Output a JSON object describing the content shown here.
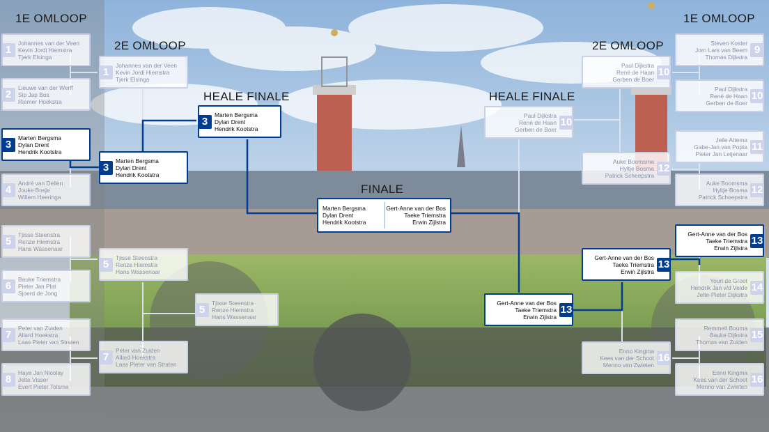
{
  "headers": {
    "left_round1": "1E OMLOOP",
    "left_round2": "2E OMLOOP",
    "left_semi": "HEALE FINALE",
    "final": "FINALE",
    "right_semi": "HEALE FINALE",
    "right_round2": "2E OMLOOP",
    "right_round1": "1E OMLOOP"
  },
  "colors": {
    "accent": "#003c8f",
    "faded_border": "#c9cfe6",
    "faded_text": "#8a8fa8"
  },
  "left_round1": [
    {
      "seed": "1",
      "players": [
        "Johannes van der Veen",
        "Kevin Jordi Hiemstra",
        "Tjerk Elsinga"
      ],
      "winner": false
    },
    {
      "seed": "2",
      "players": [
        "Lieuwe van der Werff",
        "Sip Jap Bos",
        "Riemer Hoekstra"
      ],
      "winner": false
    },
    {
      "seed": "3",
      "players": [
        "Marten Bergsma",
        "Dylan Drent",
        "Hendrik Kootstra"
      ],
      "winner": true
    },
    {
      "seed": "4",
      "players": [
        "André van Dellen",
        "Jouke Bosje",
        "Willem Heeringa"
      ],
      "winner": false
    },
    {
      "seed": "5",
      "players": [
        "Tjisse Steenstra",
        "Renze Hiemstra",
        "Hans Wassenaar"
      ],
      "winner": false
    },
    {
      "seed": "6",
      "players": [
        "Bauke Triemstra",
        "Pieter Jan Plat",
        "Sjoerd de Jong"
      ],
      "winner": false
    },
    {
      "seed": "7",
      "players": [
        "Peter van Zuiden",
        "Allard Hoekstra",
        "Laas Pieter van Straten"
      ],
      "winner": false
    },
    {
      "seed": "8",
      "players": [
        "Haye Jan Nicolay",
        "Jelte Visser",
        "Evert Pieter Tolsma"
      ],
      "winner": false
    }
  ],
  "left_round2": [
    {
      "seed": "1",
      "players": [
        "Johannes van der Veen",
        "Kevin Jordi Hiemstra",
        "Tjerk Elsinga"
      ],
      "winner": false
    },
    {
      "seed": "3",
      "players": [
        "Marten Bergsma",
        "Dylan Drent",
        "Hendrik Kootstra"
      ],
      "winner": true
    },
    {
      "seed": "5",
      "players": [
        "Tjisse Steenstra",
        "Renze Hiemstra",
        "Hans Wassenaar"
      ],
      "winner": false
    },
    {
      "seed": "7",
      "players": [
        "Peter van Zuiden",
        "Allard Hoekstra",
        "Laas Pieter van Straten"
      ],
      "winner": false
    }
  ],
  "left_semi": [
    {
      "seed": "3",
      "players": [
        "Marten Bergsma",
        "Dylan Drent",
        "Hendrik Kootstra"
      ],
      "winner": true
    },
    {
      "seed": "5",
      "players": [
        "Tjisse Steenstra",
        "Renze Hiemstra",
        "Hans Wassenaar"
      ],
      "winner": false
    }
  ],
  "final": {
    "left": [
      "Marten Bergsma",
      "Dylan Drent",
      "Hendrik Kootstra"
    ],
    "right": [
      "Gert-Anne van der Bos",
      "Taeke Triemstra",
      "Erwin Zijlstra"
    ]
  },
  "right_semi": [
    {
      "seed": "10",
      "players": [
        "Paul Dijkstra",
        "René de Haan",
        "Gerben de Boer"
      ],
      "winner": false
    },
    {
      "seed": "13",
      "players": [
        "Gert-Anne van der Bos",
        "Taeke Triemstra",
        "Erwin Zijlstra"
      ],
      "winner": true
    }
  ],
  "right_round2": [
    {
      "seed": "10",
      "players": [
        "Paul Dijkstra",
        "René de Haan",
        "Gerben de Boer"
      ],
      "winner": false
    },
    {
      "seed": "12",
      "players": [
        "Auke Boomsma",
        "Hyltje Bosma",
        "Patrick Scheepstra"
      ],
      "winner": false
    },
    {
      "seed": "13",
      "players": [
        "Gert-Anne van der Bos",
        "Taeke Triemstra",
        "Erwin Zijlstra"
      ],
      "winner": true
    },
    {
      "seed": "16",
      "players": [
        "Enno Kingma",
        "Kees van der Schoot",
        "Menno van Zwieten"
      ],
      "winner": false
    }
  ],
  "right_round1": [
    {
      "seed": "9",
      "players": [
        "Steven Koster",
        "Jorn Lars van Beem",
        "Thomas Dijkstra"
      ],
      "winner": false
    },
    {
      "seed": "10",
      "players": [
        "Paul Dijkstra",
        "René de Haan",
        "Gerben de Boer"
      ],
      "winner": false
    },
    {
      "seed": "11",
      "players": [
        "Jelle Attema",
        "Gabe-Jan van Popta",
        "Pieter Jan Leijenaar"
      ],
      "winner": false
    },
    {
      "seed": "12",
      "players": [
        "Auke Boomsma",
        "Hyltje Bosma",
        "Patrick Scheepstra"
      ],
      "winner": false
    },
    {
      "seed": "13",
      "players": [
        "Gert-Anne van der Bos",
        "Taeke Triemstra",
        "Erwin Zijlstra"
      ],
      "winner": true
    },
    {
      "seed": "14",
      "players": [
        "Youri de Groot",
        "Hendrik Jan v/d Velde",
        "Jelte-Pieter Dijkstra"
      ],
      "winner": false
    },
    {
      "seed": "15",
      "players": [
        "Remmelt Bouma",
        "Bauke Dijkstra",
        "Thomas van Zuiden"
      ],
      "winner": false
    },
    {
      "seed": "16",
      "players": [
        "Enno Kingma",
        "Kees van der Schoot",
        "Menno van Zwieten"
      ],
      "winner": false
    }
  ]
}
